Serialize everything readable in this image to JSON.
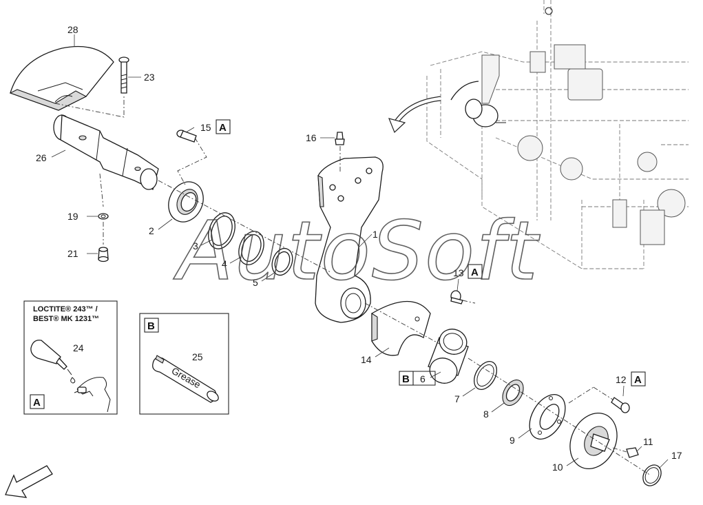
{
  "watermark": "AutoSoft",
  "callouts": {
    "p1": "1",
    "p2": "2",
    "p3": "3",
    "p4": "4",
    "p5": "5",
    "p6": "6",
    "p7": "7",
    "p8": "8",
    "p9": "9",
    "p10": "10",
    "p11": "11",
    "p12": "12",
    "p13": "13",
    "p14": "14",
    "p15": "15",
    "p16": "16",
    "p17": "17",
    "p19": "19",
    "p21": "21",
    "p23": "23",
    "p24": "24",
    "p25": "25",
    "p26": "26",
    "p28": "28"
  },
  "markers": {
    "a": "A",
    "b": "B"
  },
  "legend_a": {
    "line1": "LOCTITE® 243™ /",
    "line2": "BEST® MK 1231™",
    "tag": "A"
  },
  "legend_b": {
    "tag": "B",
    "tube_text": "Grease"
  }
}
